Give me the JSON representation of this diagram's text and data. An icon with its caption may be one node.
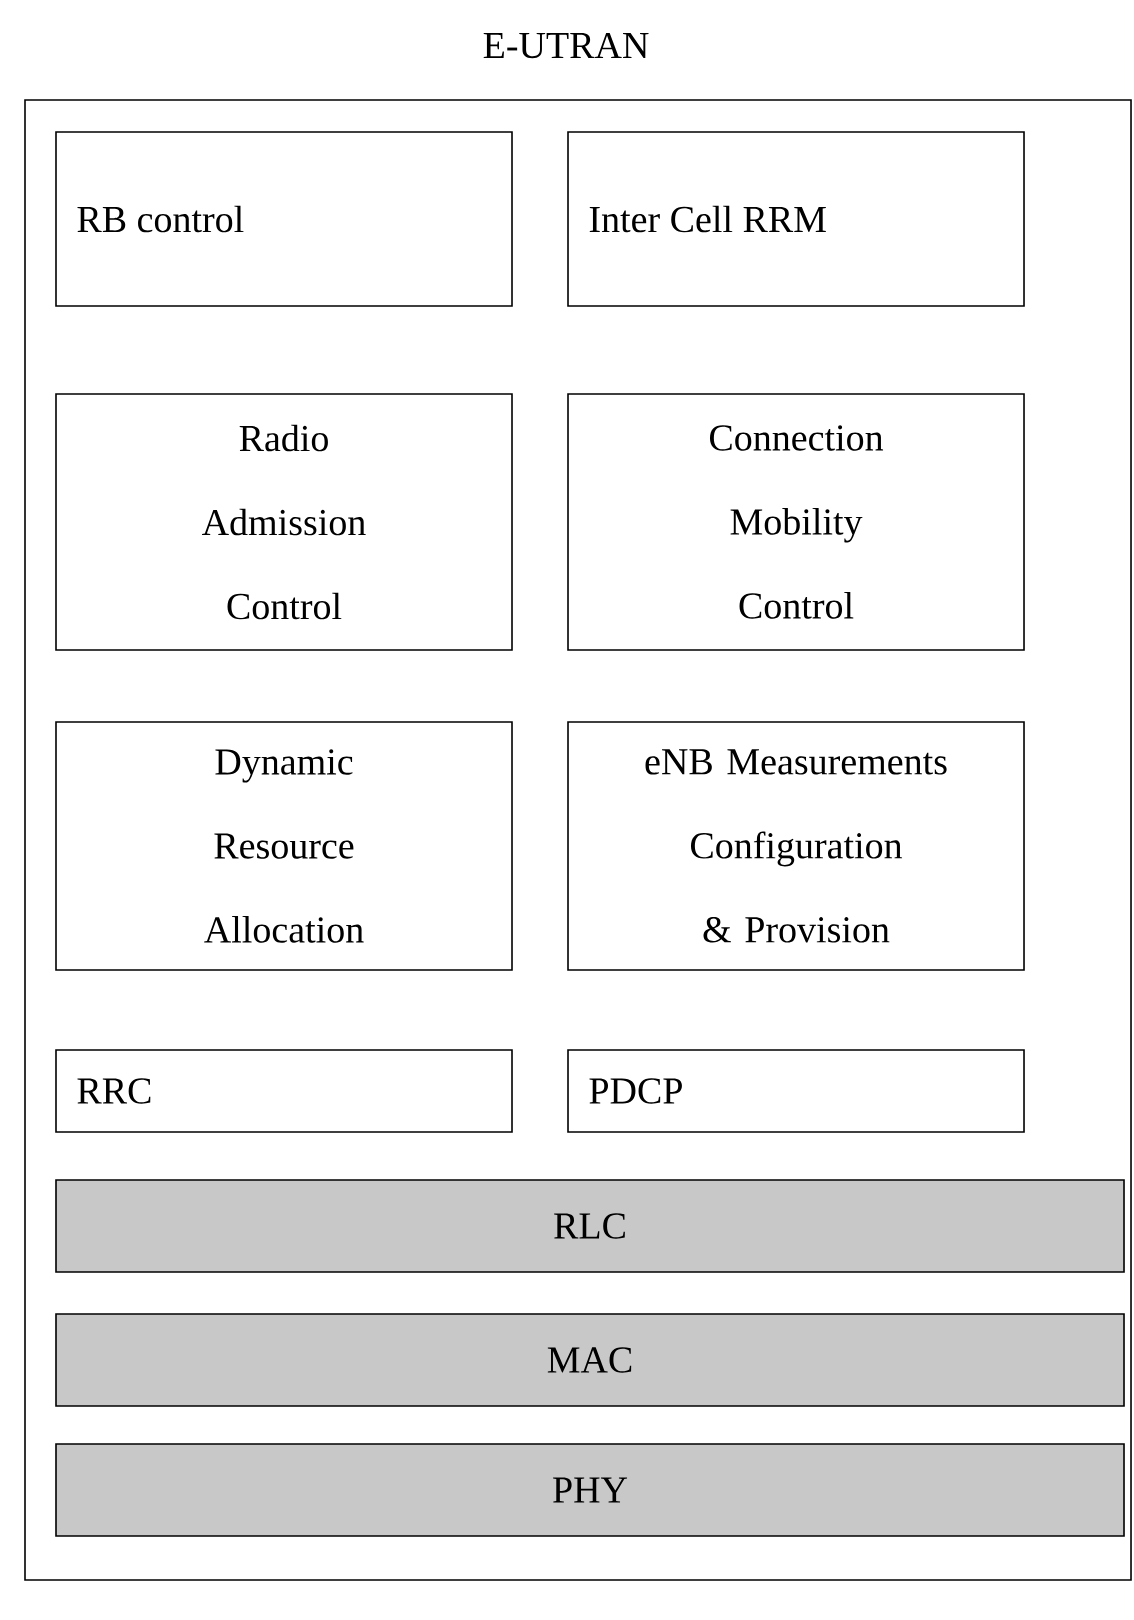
{
  "diagram": {
    "nodes": [
      {
        "text": [
          "E-UTRAN"
        ]
      },
      {
        "text": [
          "RB control"
        ],
        "in": 0
      },
      {
        "text": [
          "Inter Cell RRM"
        ],
        "in": 0
      },
      {
        "text": [
          "Radio Admission Control"
        ],
        "in": 0
      },
      {
        "text": [
          "Connection Mobility Control"
        ],
        "in": 0
      },
      {
        "text": [
          "Dynamic Resource Allocation"
        ],
        "in": 0
      },
      {
        "text": [
          "eNB Measurements Configuration & Provision"
        ],
        "in": 0
      },
      {
        "text": [
          "RRC"
        ],
        "in": 0
      },
      {
        "text": [
          "PDCP"
        ],
        "in": 0
      },
      {
        "text": [
          "RLC"
        ],
        "in": 0
      },
      {
        "text": [
          "MAC"
        ],
        "in": 0
      },
      {
        "text": [
          "PHY"
        ],
        "in": 0
      }
    ]
  }
}
